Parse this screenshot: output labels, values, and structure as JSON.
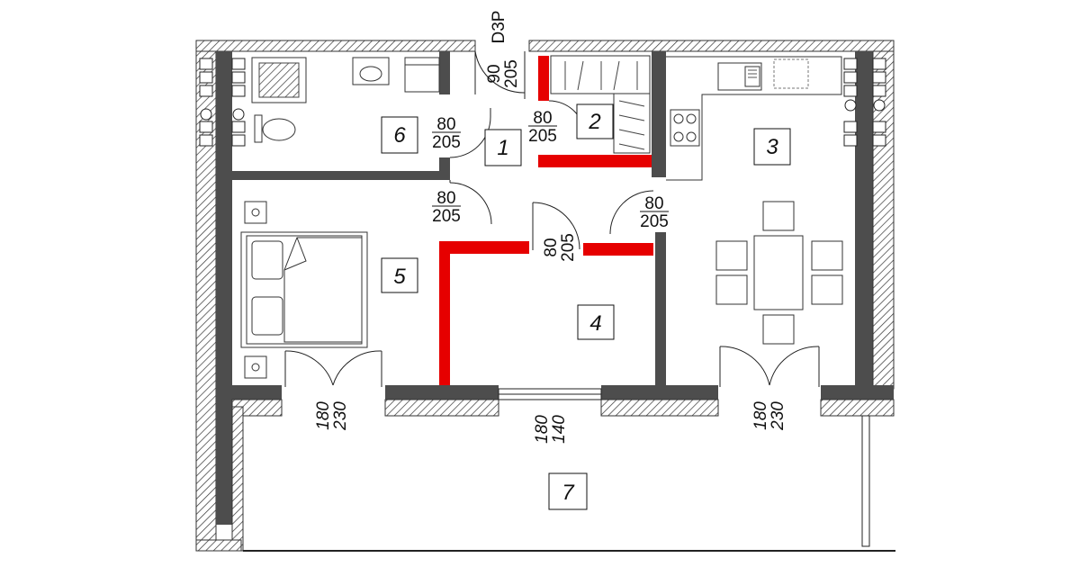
{
  "rooms": [
    {
      "id": "room-1",
      "label": "1"
    },
    {
      "id": "room-2",
      "label": "2"
    },
    {
      "id": "room-3",
      "label": "3"
    },
    {
      "id": "room-4",
      "label": "4"
    },
    {
      "id": "room-5",
      "label": "5"
    },
    {
      "id": "room-6",
      "label": "6"
    },
    {
      "id": "room-7",
      "label": "7"
    }
  ],
  "doors": {
    "entrance": {
      "width": "90",
      "height": "205",
      "code": "D3P"
    },
    "bathroom": {
      "width": "80",
      "height": "205"
    },
    "closet": {
      "width": "80",
      "height": "205"
    },
    "bedroom": {
      "width": "80",
      "height": "205"
    },
    "room4": {
      "width": "80",
      "height": "205"
    },
    "kitchen": {
      "width": "80",
      "height": "205"
    }
  },
  "openings": {
    "bedroom_balcony": {
      "width": "180",
      "height": "230"
    },
    "room4_window": {
      "width": "180",
      "height": "140"
    },
    "living_balcony": {
      "width": "180",
      "height": "230"
    }
  },
  "colors": {
    "wall": "#4d4d4d",
    "new_partition": "#e60000"
  }
}
